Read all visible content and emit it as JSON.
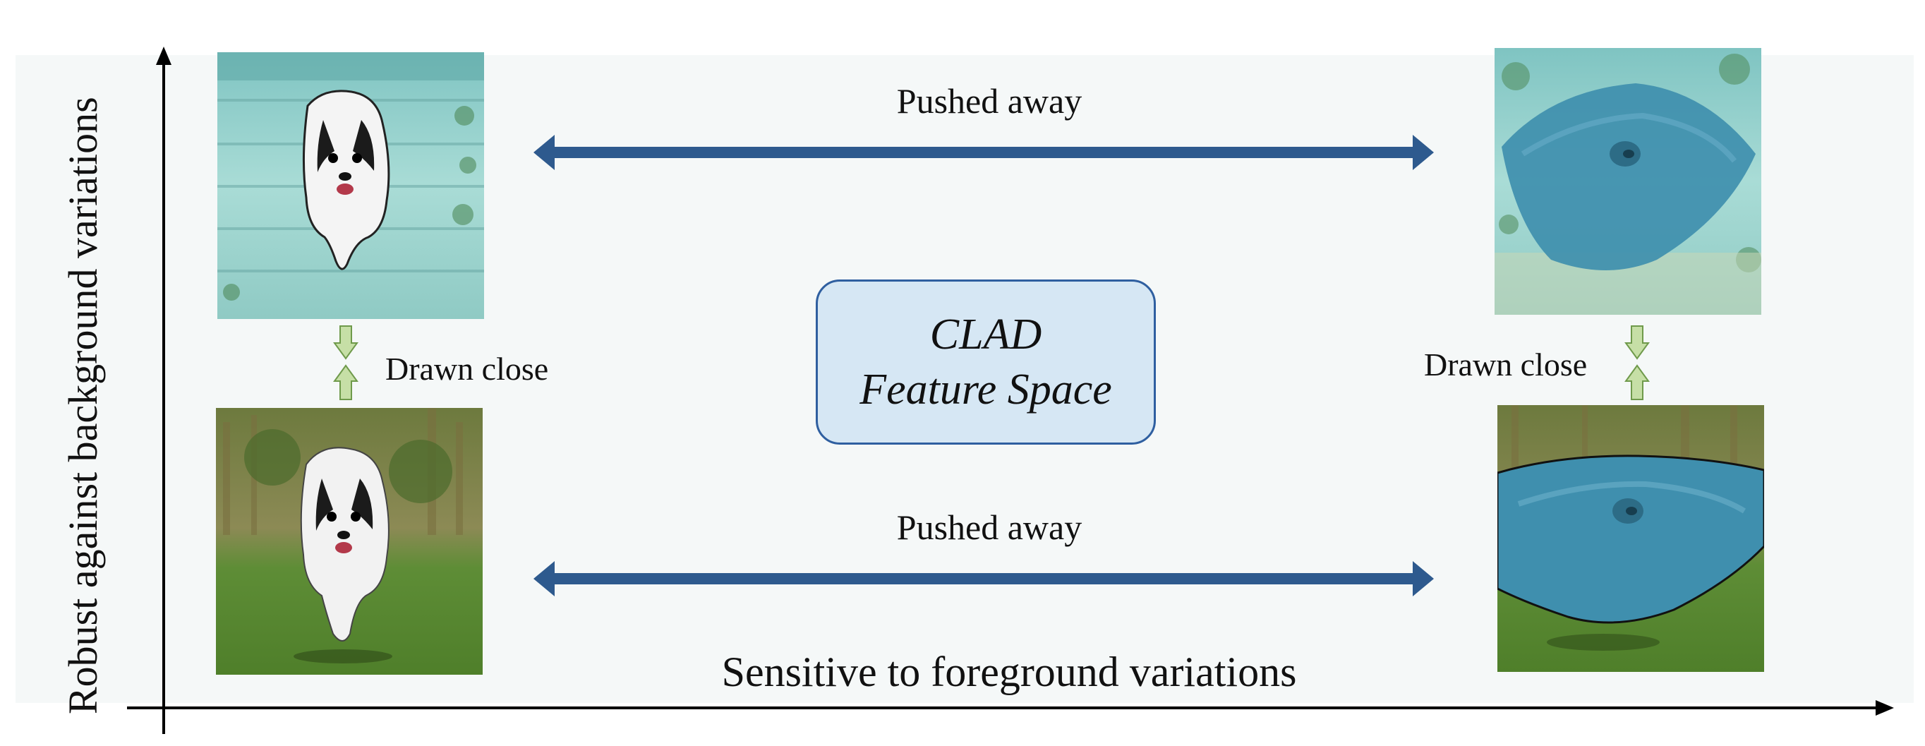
{
  "axes": {
    "y_label": "Robust against background variations",
    "x_label": "Sensitive to foreground variations"
  },
  "center_box": {
    "line1": "CLAD",
    "line2": "Feature Space"
  },
  "relations": {
    "top": "Pushed away",
    "bottom": "Pushed away",
    "left_pair": "Drawn close",
    "right_pair": "Drawn close"
  },
  "colors": {
    "arrow_blue": "#2e5a8e",
    "arrow_green_fill": "#c6dfa6",
    "arrow_green_stroke": "#6f9a4b",
    "box_fill": "#d6e7f4",
    "box_border": "#2f5fa0"
  },
  "images": [
    {
      "name": "dog-on-seabed-image",
      "subject": "dog",
      "background": "seabed"
    },
    {
      "name": "dog-on-grass-image",
      "subject": "dog",
      "background": "grass"
    },
    {
      "name": "stingray-on-seabed-image",
      "subject": "stingray",
      "background": "seabed"
    },
    {
      "name": "stingray-on-grass-image",
      "subject": "stingray",
      "background": "grass"
    }
  ]
}
